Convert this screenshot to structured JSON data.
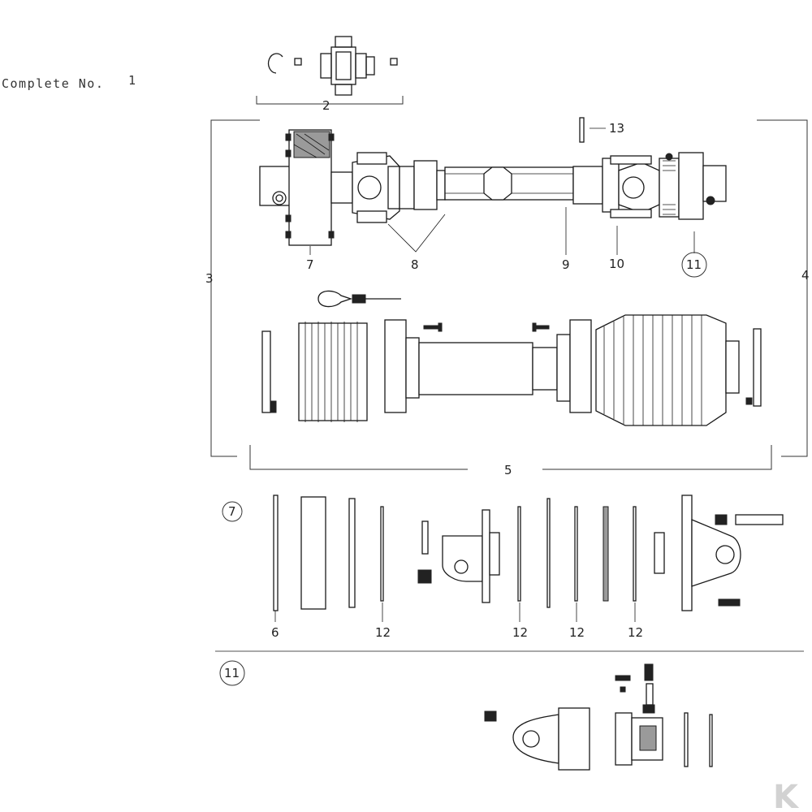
{
  "header": {
    "complete_label": "Complete No.",
    "complete_number": "1"
  },
  "callouts": {
    "c2": "2",
    "c3": "3",
    "c4": "4",
    "c5": "5",
    "c7": "7",
    "c8": "8",
    "c9": "9",
    "c10": "10",
    "c11": "11",
    "c13": "13",
    "c6": "6",
    "c12a": "12",
    "c12b": "12",
    "c12c": "12",
    "c12d": "12"
  },
  "sections": {
    "detail7": "7",
    "detail11": "11"
  },
  "logo": {
    "text": "K"
  },
  "colors": {
    "ink": "#1a1a1a",
    "fill_gray": "#9a9a9a",
    "logo": "#c8c8c8"
  }
}
